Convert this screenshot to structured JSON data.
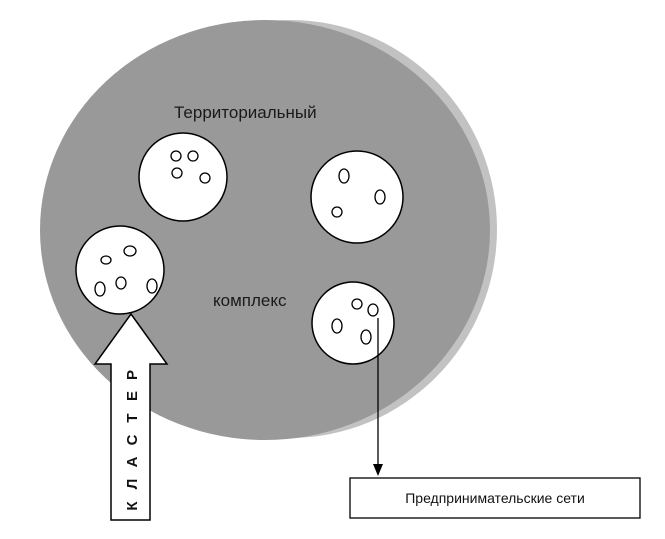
{
  "diagram": {
    "labels": {
      "top": "Территориальный",
      "middle": "комплекс",
      "arrow": "КЛАСТЕР",
      "box": "Предпринимательские сети"
    },
    "arrow_letters": [
      "К",
      "Л",
      "А",
      "С",
      "Т",
      "Е",
      "Р"
    ],
    "colors": {
      "disk_face": "#999999",
      "disk_edge": "#c2c2c2",
      "circle_fill": "#ffffff",
      "stroke": "#000000"
    }
  }
}
